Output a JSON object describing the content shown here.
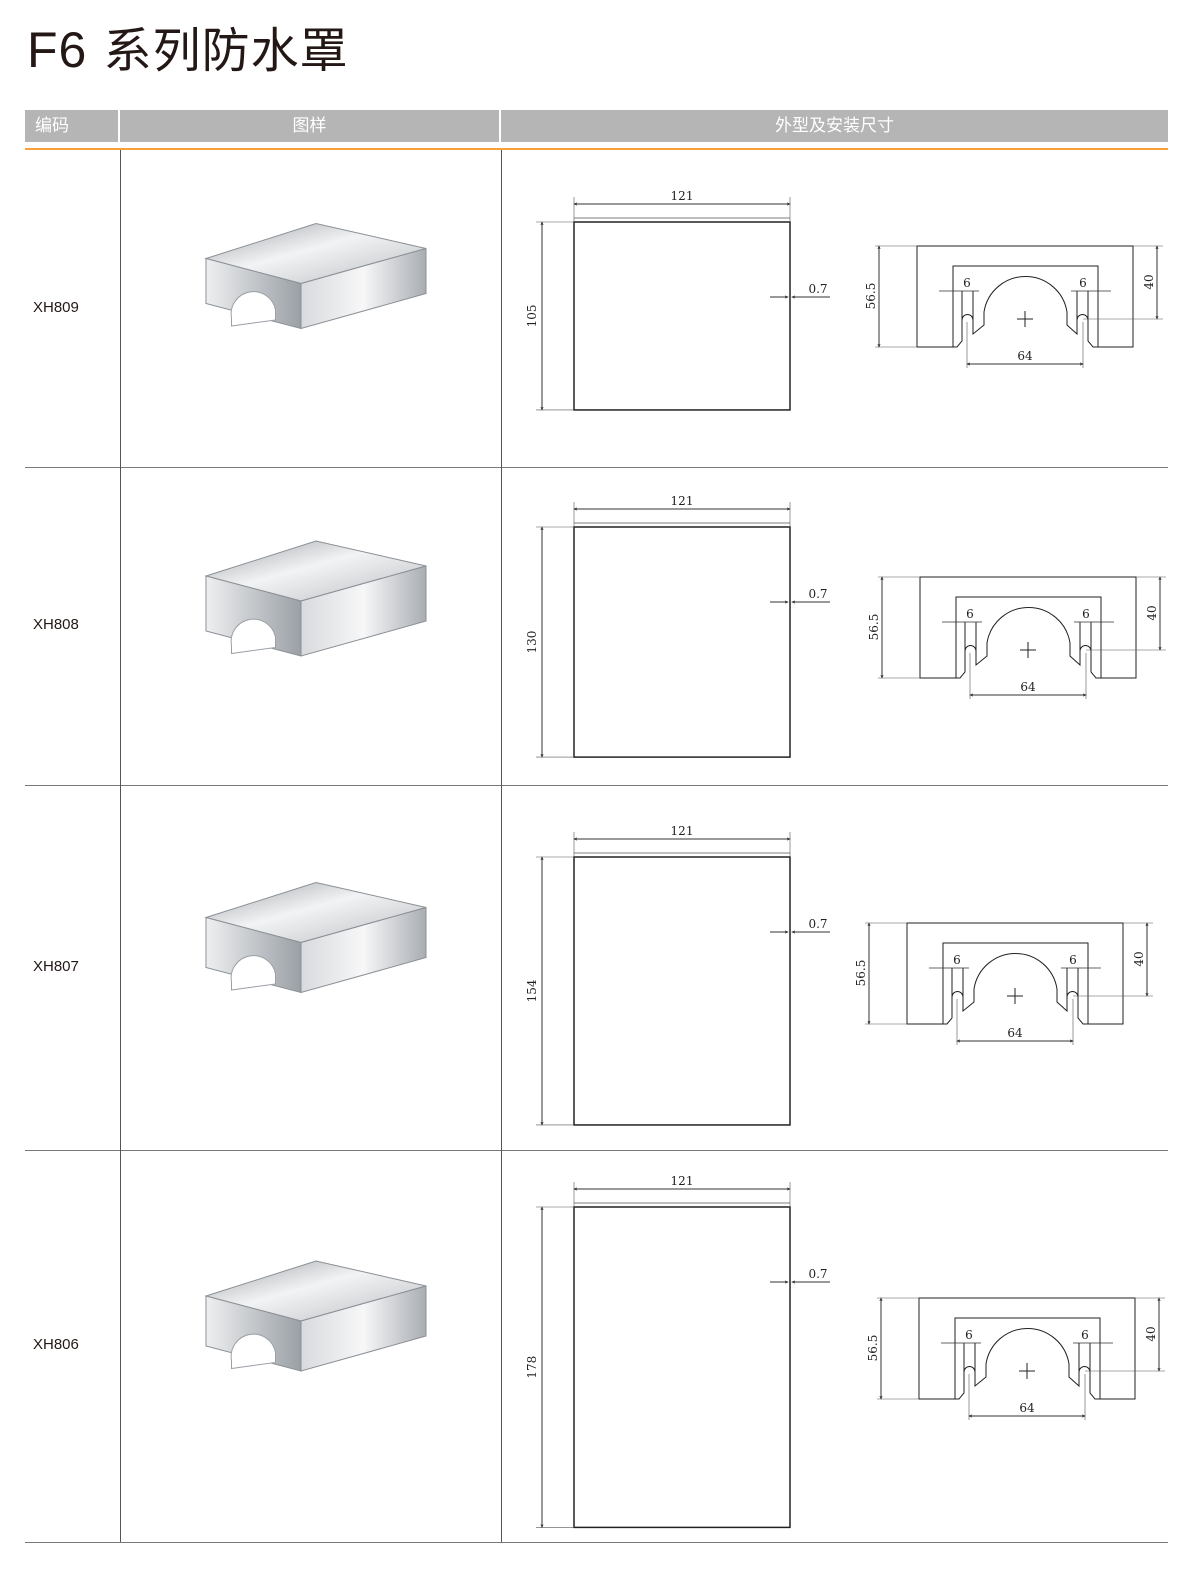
{
  "page": {
    "title_latin": "F6",
    "title_cn": "系列防水罩"
  },
  "table": {
    "headers": {
      "code": "编码",
      "image": "图样",
      "dimensions": "外型及安装尺寸"
    },
    "rows": [
      {
        "code": "XH809",
        "width": "121",
        "height": "105",
        "thickness": "0.7",
        "side_height": "56.5",
        "side_inner": "40",
        "slot_left": "6",
        "slot_right": "6",
        "slot_spacing": "64"
      },
      {
        "code": "XH808",
        "width": "121",
        "height": "130",
        "thickness": "0.7",
        "side_height": "56.5",
        "side_inner": "40",
        "slot_left": "6",
        "slot_right": "6",
        "slot_spacing": "64"
      },
      {
        "code": "XH807",
        "width": "121",
        "height": "154",
        "thickness": "0.7",
        "side_height": "56.5",
        "side_inner": "40",
        "slot_left": "6",
        "slot_right": "6",
        "slot_spacing": "64"
      },
      {
        "code": "XH806",
        "width": "121",
        "height": "178",
        "thickness": "0.7",
        "side_height": "56.5",
        "side_inner": "40",
        "slot_left": "6",
        "slot_right": "6",
        "slot_spacing": "64"
      }
    ]
  }
}
